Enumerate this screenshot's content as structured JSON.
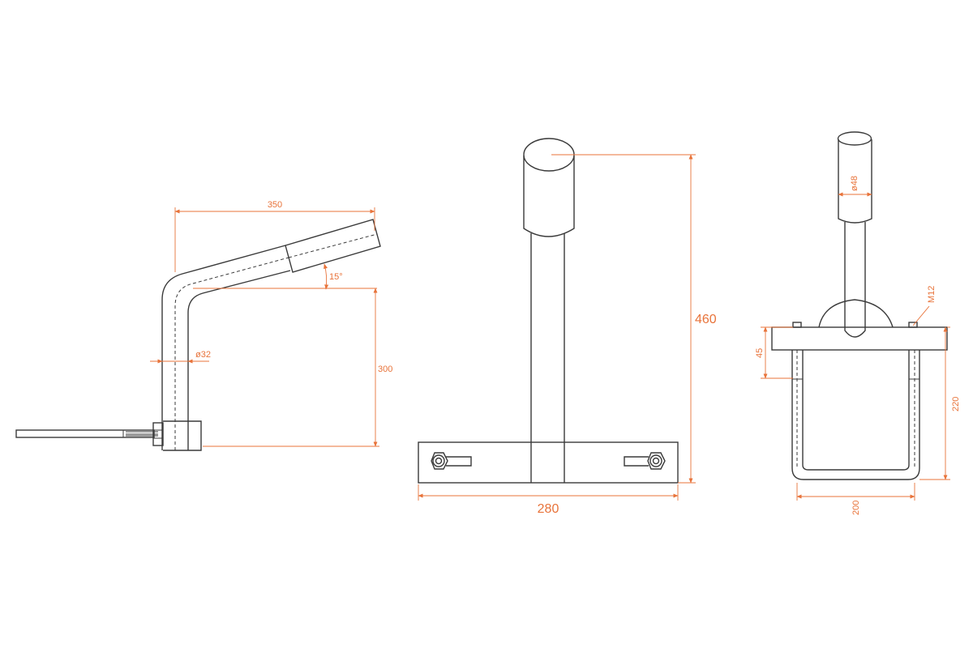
{
  "colors": {
    "line": "#3a3a3a",
    "dimension": "#e8733a",
    "background": "#ffffff"
  },
  "side_view": {
    "dim_length": "350",
    "dim_angle": "15°",
    "dim_height": "300",
    "dim_tube_diameter": "ø32"
  },
  "front_view": {
    "dim_height": "460",
    "dim_base_width": "280"
  },
  "end_view": {
    "dim_pipe_diameter": "ø48",
    "dim_bolt": "M12",
    "dim_plate_thickness": "45",
    "dim_ubolt_height": "220",
    "dim_ubolt_width": "200"
  }
}
